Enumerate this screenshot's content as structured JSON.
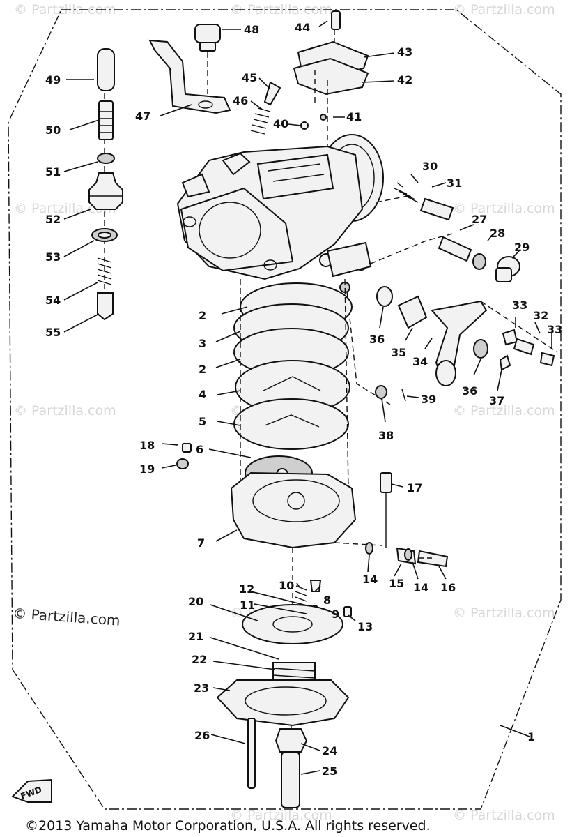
{
  "watermark": "© Partzilla.com",
  "watermark_main": "© Partzilla.com",
  "copyright": "©2013 Yamaha Motor Corporation, U.S.A. All rights reserved.",
  "fwd_label": "FWD",
  "callouts": [
    "1",
    "2",
    "3",
    "2",
    "4",
    "5",
    "6",
    "7",
    "8",
    "9",
    "10",
    "11",
    "12",
    "13",
    "14",
    "15",
    "14",
    "16",
    "17",
    "18",
    "19",
    "20",
    "21",
    "22",
    "23",
    "24",
    "25",
    "26",
    "27",
    "28",
    "29",
    "30",
    "31",
    "32",
    "33",
    "33",
    "34",
    "35",
    "36",
    "36",
    "37",
    "38",
    "39",
    "40",
    "41",
    "42",
    "43",
    "44",
    "45",
    "46",
    "47",
    "48",
    "49",
    "50",
    "51",
    "52",
    "53",
    "54",
    "55"
  ]
}
